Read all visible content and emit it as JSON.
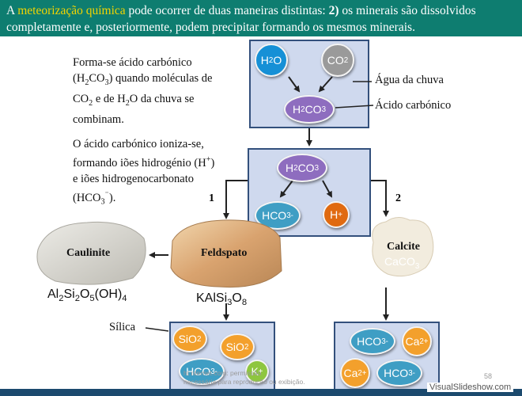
{
  "header": {
    "lead": "A ",
    "highlight": "meteorização química",
    "line1_rest": " pode ocorrer de duas maneiras distintas: ",
    "number": "2)",
    "line1_end": " os minerais são dissolvidos",
    "line2": "completamente e, posteriormente, podem precipitar formando os mesmos minerais."
  },
  "para1": {
    "l1": "Forma-se ácido carbónico",
    "l2a": "(H",
    "l2b": "2",
    "l2c": "CO",
    "l2d": "3",
    "l2e": ") quando moléculas de",
    "l3a": "CO",
    "l3b": "2",
    "l3c": " e de H",
    "l3d": "2",
    "l3e": "O da chuva se",
    "l4": "combinam."
  },
  "para2": {
    "l1": "O ácido carbónico ioniza-se,",
    "l2a": "formando iões hidrogénio (H",
    "l2b": "+",
    "l2c": ")",
    "l3": "e iões hidrogenocarbonato",
    "l4a": "(HCO",
    "l4b": "3",
    "l4c": "⁻",
    "l4d": ")."
  },
  "labels": {
    "agua": "Água da chuva",
    "acido": "Ácido carbónico",
    "silica": "Sílica"
  },
  "paths": {
    "left": "1",
    "right": "2"
  },
  "minerals": {
    "caulinite": "Caulinite",
    "feldspato": "Feldspato",
    "calcite": "Calcite",
    "caco3": "CaCO",
    "caulinite_formula": "Al",
    "feldspato_formula": "KAlSi"
  },
  "bubbles": {
    "h2o": "H",
    "co2": "CO",
    "h2co3": "H",
    "hco3": "HCO",
    "h": "H",
    "sio2": "SiO",
    "ca": "Ca",
    "k": "K"
  },
  "watermark": {
    "l1": "ht        nternet.com: permissão",
    "l2": "necessária para reprodução ou exibição."
  },
  "slide_number": "58",
  "brand": "VisualSlideshow.com",
  "colors": {
    "header_bg": "#0e7d70",
    "highlight": "#f3d400",
    "box_bg": "#cfd9ee",
    "box_border": "#33507c"
  }
}
